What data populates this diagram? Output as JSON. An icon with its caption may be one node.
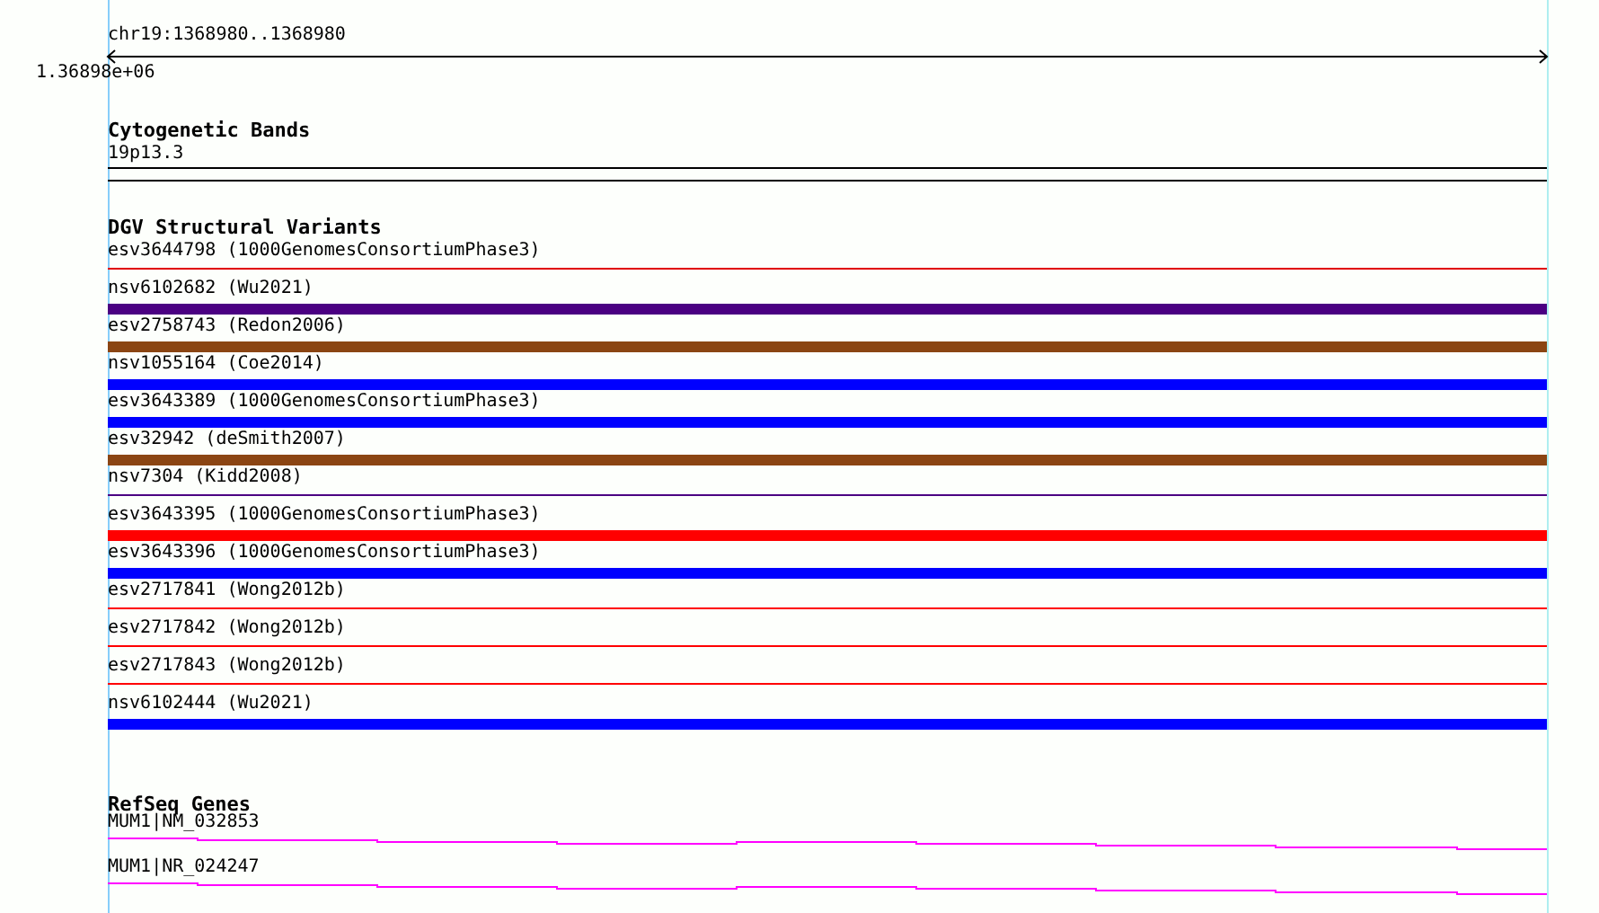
{
  "diagram": {
    "labels": [
      "chr19:1368980..1368980",
      "1.36898e+06",
      "Cytogenetic Bands",
      "19p13.3",
      "DGV Structural Variants",
      "esv3644798 (1000GenomesConsortiumPhase3)",
      "nsv6102682 (Wu2021)",
      "esv2758743 (Redon2006)",
      "nsv1055164 (Coe2014)",
      "esv3643389 (1000GenomesConsortiumPhase3)",
      "esv32942 (deSmith2007)",
      "nsv7304 (Kidd2008)",
      "esv3643395 (1000GenomesConsortiumPhase3)",
      "esv3643396 (1000GenomesConsortiumPhase3)",
      "esv2717841 (Wong2012b)",
      "esv2717842 (Wong2012b)",
      "esv2717843 (Wong2012b)",
      "nsv6102444 (Wu2021)",
      "RefSeq Genes",
      "MUM1|NM_032853",
      "MUM1|NR_024247"
    ]
  }
}
